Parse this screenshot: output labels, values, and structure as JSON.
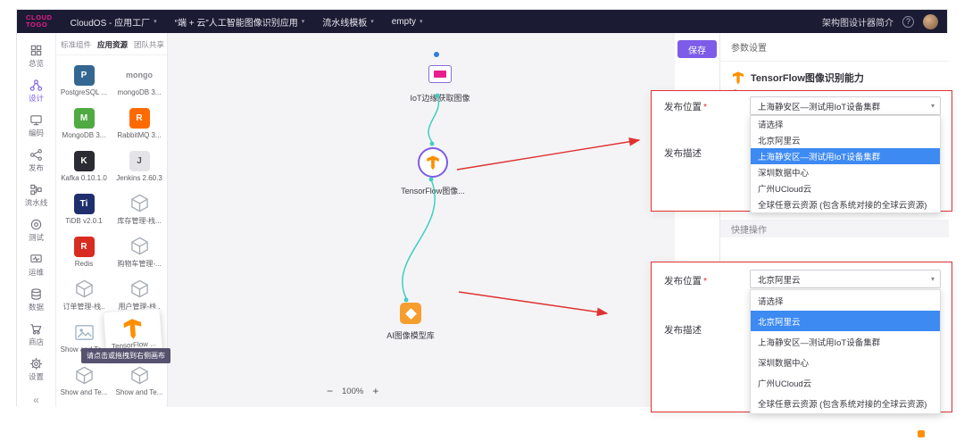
{
  "colors": {
    "header_bg": "#1b1b33",
    "logo_pink": "#e91e8c",
    "accent_purple": "#7c5ce8",
    "selection_blue": "#3d8af2",
    "annotation_red": "#e03131",
    "connector_teal": "#3ecfc0",
    "tensorflow_orange": "#ff8f00"
  },
  "icons": {
    "chevron_down": "▾",
    "help": "?",
    "edit": "✎",
    "collapse": "«",
    "zoom_out": "−",
    "zoom_in": "+"
  },
  "header": {
    "logo_line1": "CLOUD",
    "logo_line2": "TOGO",
    "menus": [
      {
        "label": "CloudOS - 应用工厂"
      },
      {
        "label": "“端 + 云”人工智能图像识别应用"
      },
      {
        "label": "流水线模板"
      },
      {
        "label": "empty"
      }
    ],
    "intro_link": "架构图设计器简介"
  },
  "nav": {
    "items": [
      {
        "label": "总览"
      },
      {
        "label": "设计"
      },
      {
        "label": "编码"
      },
      {
        "label": "发布"
      },
      {
        "label": "流水线"
      },
      {
        "label": "测试"
      },
      {
        "label": "运维"
      },
      {
        "label": "数据"
      },
      {
        "label": "商店"
      },
      {
        "label": "设置"
      }
    ]
  },
  "palette": {
    "tabs": [
      {
        "label": "标准组件"
      },
      {
        "label": "应用资源"
      },
      {
        "label": "团队共享"
      }
    ],
    "active_tab": "应用资源",
    "components": [
      {
        "label": "PostgreSQL ...",
        "monogram": "P",
        "color": "#336791"
      },
      {
        "label": "mongoDB 3...",
        "monogram": "mongo"
      },
      {
        "label": "MongoDB 3...",
        "monogram": "M",
        "color": "#4faa41"
      },
      {
        "label": "RabbitMQ 3...",
        "monogram": "R",
        "color": "#ff6a00"
      },
      {
        "label": "Kafka 0.10.1.0",
        "monogram": "K",
        "color": "#2b2b33"
      },
      {
        "label": "Jenkins 2.60.3",
        "monogram": "J",
        "color": "#e4e4e8"
      },
      {
        "label": "TiDB v2.0.1",
        "monogram": "Ti",
        "color": "#1f2f6e"
      },
      {
        "label": "库存管理-栈..."
      },
      {
        "label": "Redis",
        "monogram": "R",
        "color": "#d82c20"
      },
      {
        "label": "购物车管理-..."
      },
      {
        "label": "订单管理-栈.."
      },
      {
        "label": "用户管理-栈.."
      },
      {
        "label": "Show and Te..."
      },
      {
        "label": "TensorFlow ..."
      },
      {
        "label": "Show and Te..."
      },
      {
        "label": "Show and Te..."
      }
    ],
    "drag_ghost_label": "TensorFlow ...",
    "tooltip": "请点击或拖拽到右侧画布"
  },
  "canvas": {
    "nodes": [
      {
        "label": "IoT边缘获取图像"
      },
      {
        "label": "TensorFlow图像..."
      },
      {
        "label": "AI图像模型库"
      }
    ],
    "zoom_level": "100%"
  },
  "actions": {
    "save_label": "保存"
  },
  "params": {
    "title": "参数设置",
    "capability_name": "TensorFlow图像识别能力",
    "quick_ops": "快捷操作"
  },
  "publish_form_1": {
    "location_label": "发布位置",
    "required_mark": "*",
    "desc_label": "发布描述",
    "selected_value": "上海静安区—测试用IoT设备集群",
    "options": [
      "请选择",
      "北京阿里云",
      "上海静安区—测试用IoT设备集群",
      "深圳数据中心",
      "广州UCloud云",
      "全球任意云资源 (包含系统对接的全球云资源)"
    ],
    "highlighted_index": 2
  },
  "publish_form_2": {
    "location_label": "发布位置",
    "required_mark": "*",
    "desc_label": "发布描述",
    "selected_value": "北京阿里云",
    "options": [
      "请选择",
      "北京阿里云",
      "上海静安区—测试用IoT设备集群",
      "深圳数据中心",
      "广州UCloud云",
      "全球任意云资源 (包含系统对接的全球云资源)"
    ],
    "highlighted_index": 1
  }
}
